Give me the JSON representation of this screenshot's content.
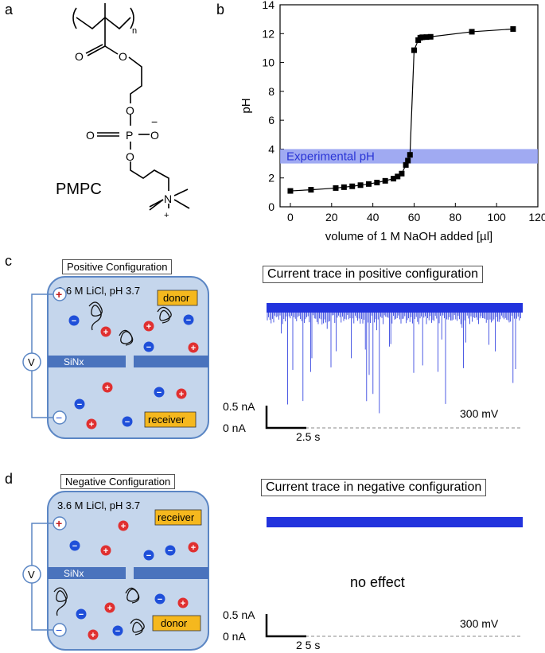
{
  "panels": {
    "a": {
      "letter": "a",
      "compound_name": "PMPC",
      "atoms": {
        "n": "n",
        "O1": "O",
        "O2": "O",
        "O3": "O",
        "P": "P",
        "O4": "O",
        "O_neg": "O",
        "minus": "−",
        "O5": "O",
        "N": "N",
        "plus": "+"
      }
    },
    "b": {
      "letter": "b"
    },
    "c": {
      "letter": "c",
      "config_label": "Positive Configuration",
      "solution_label": "3.6 M LiCl, pH 3.7",
      "top_chamber_label": "donor",
      "bottom_chamber_label": "receiver",
      "membrane_label": "SiNx",
      "voltage_label": "V",
      "top_electrode_sign": "+",
      "bottom_electrode_sign": "−",
      "trace_title": "Current trace in positive configuration",
      "scale_current_top": "0.5 nA",
      "scale_current_zero": "0 nA",
      "scale_time": "2.5 s",
      "voltage_annotation": "300 mV"
    },
    "d": {
      "letter": "d",
      "config_label": "Negative Configuration",
      "solution_label": "3.6 M LiCl, pH 3.7",
      "top_chamber_label": "receiver",
      "bottom_chamber_label": "donor",
      "membrane_label": "SiNx",
      "voltage_label": "V",
      "top_electrode_sign": "+",
      "bottom_electrode_sign": "−",
      "trace_title": "Current trace in negative configuration",
      "no_effect_label": "no effect",
      "scale_current_top": "0.5 nA",
      "scale_current_zero": "0 nA",
      "scale_time": "2 5 s",
      "voltage_annotation": "300 mV"
    }
  },
  "colors": {
    "cell_fill": "#c5d6ec",
    "cell_border": "#5b86c4",
    "membrane": "#4a73bd",
    "anion": "#1f4fd9",
    "cation": "#e03030",
    "label_box": "#f5b81e",
    "trace": "#2233dd",
    "band": "#8f9bf0",
    "band_text": "#2a35d6"
  },
  "chart_data": {
    "type": "scatter",
    "xlabel": "volume of 1 M NaOH added [µl]",
    "ylabel": "pH",
    "xlim": [
      -5,
      120
    ],
    "ylim": [
      0,
      14
    ],
    "xticks": [
      0,
      20,
      40,
      60,
      80,
      100,
      120
    ],
    "yticks": [
      0,
      2,
      4,
      6,
      8,
      10,
      12,
      14
    ],
    "x": [
      0,
      10,
      22,
      26,
      30,
      34,
      38,
      42,
      46,
      50,
      52,
      54,
      56,
      57,
      58,
      60,
      62,
      63,
      64,
      66,
      68,
      88,
      108
    ],
    "y": [
      1.1,
      1.18,
      1.3,
      1.36,
      1.42,
      1.5,
      1.58,
      1.68,
      1.8,
      1.95,
      2.1,
      2.3,
      2.9,
      3.2,
      3.6,
      10.85,
      11.55,
      11.72,
      11.75,
      11.76,
      11.78,
      12.13,
      12.32
    ],
    "band": {
      "y_from": 3.0,
      "y_to": 4.0,
      "label": "Experimental pH"
    },
    "grid": false
  }
}
